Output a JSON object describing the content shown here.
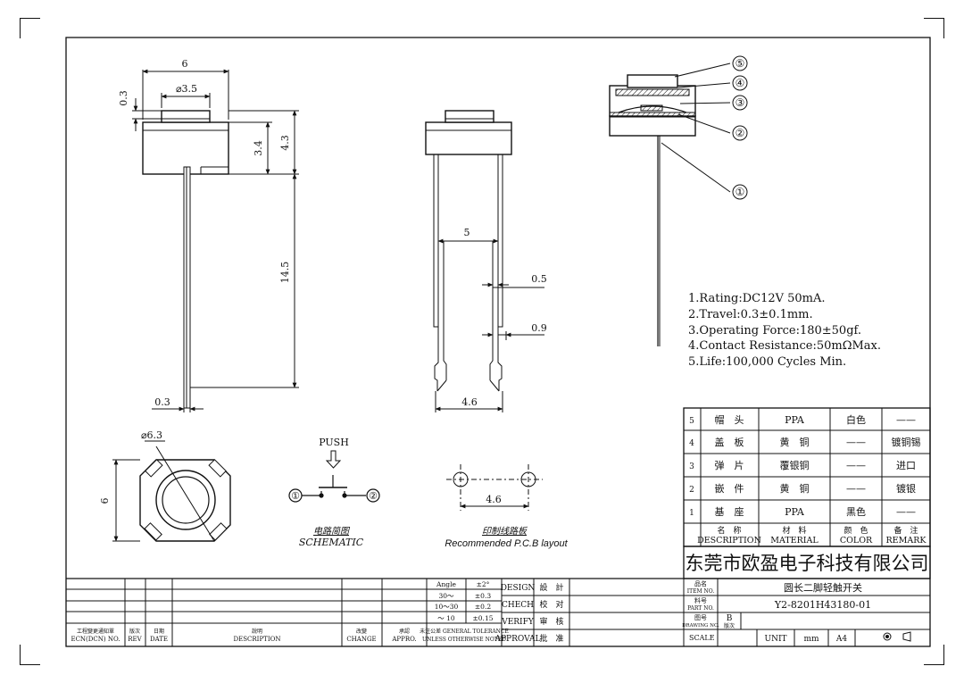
{
  "dims": {
    "side_width": "6",
    "cap_dia": "⌀3.5",
    "cap_thick": "0.3",
    "body_h1": "3.4",
    "body_h2": "4.3",
    "pin_len": "14.5",
    "pin_thick": "0.3",
    "front_width": "5",
    "pin_w1": "0.5",
    "pin_w2": "0.9",
    "pin_pitch": "4.6",
    "top_dia": "⌀6.3",
    "top_side": "6",
    "pcb_pitch": "4.6"
  },
  "balloons": [
    "①",
    "②",
    "③",
    "④",
    "⑤"
  ],
  "specs": [
    "1.Rating:DC12V 50mA.",
    "2.Travel:0.3±0.1mm.",
    "3.Operating Force:180±50gf.",
    "4.Contact Resistance:50mΩMax.",
    "5.Life:100,000 Cycles Min."
  ],
  "schematic": {
    "push": "PUSH",
    "t1": "①",
    "t2": "②",
    "title_cn": "电路简图",
    "title_en": "SCHEMATIC"
  },
  "pcb": {
    "title_cn": "印制线路板",
    "title_en": "Recommended P.C.B layout"
  },
  "bom": {
    "rows": [
      {
        "no": "5",
        "name": "帽　头",
        "material": "PPA",
        "color": "白色",
        "remark": "——"
      },
      {
        "no": "4",
        "name": "盖　板",
        "material": "黄　铜",
        "color": "——",
        "remark": "镀铜锡"
      },
      {
        "no": "3",
        "name": "弹　片",
        "material": "覆银铜",
        "color": "——",
        "remark": "进口"
      },
      {
        "no": "2",
        "name": "嵌　件",
        "material": "黄　铜",
        "color": "——",
        "remark": "镀银"
      },
      {
        "no": "1",
        "name": "基　座",
        "material": "PPA",
        "color": "黑色",
        "remark": "——"
      }
    ],
    "header": {
      "desc_cn": "名　称",
      "desc_en": "DESCRIPTION",
      "mat_cn": "材　料",
      "mat_en": "MATERIAL",
      "color_cn": "颜　色",
      "color_en": "COLOR",
      "rem_cn": "备　注",
      "rem_en": "REMARK"
    }
  },
  "company": "东莞市欧盈电子科技有限公司",
  "title_block": {
    "item_cn": "品名",
    "item_en": "ITEM NO.",
    "item_val": "圆长二脚轻触开关",
    "part_cn": "料号",
    "part_en": "PART NO.",
    "part_val": "Y2-8201H43180-01",
    "drawing_cn": "图号",
    "drawing_en": "DRAWING NO.",
    "rev_val": "B",
    "rev_cn": "版次",
    "scale": "SCALE",
    "unit": "UNIT",
    "mm": "mm",
    "size": "A4"
  },
  "tolerance": {
    "angle": "Angle",
    "angle_val": "±2°",
    "r1": "30～",
    "r1_val": "±0.3",
    "r2": "10～30",
    "r2_val": "±0.2",
    "r3": "～ 10",
    "r3_val": "±0.15",
    "label_cn": "未注公差 GENERAL TOLERANCE",
    "label_en": "UNLESS OTHERWISE NOTED"
  },
  "approvals": [
    {
      "en": "DESIGN",
      "cn": "設　計"
    },
    {
      "en": "CHECH",
      "cn": "校　对"
    },
    {
      "en": "VERIFY",
      "cn": "审　核"
    },
    {
      "en": "APPROVAL",
      "cn": "批　准"
    }
  ],
  "revision": {
    "ecn_cn": "工程變更通知單",
    "ecn_en": "ECN(DCN) NO.",
    "rev_cn": "版次",
    "rev_en": "REV",
    "date_cn": "日期",
    "date_en": "DATE",
    "desc_cn": "說明",
    "desc_en": "DESCRIPTION",
    "chg_cn": "改變",
    "chg_en": "CHANGE",
    "appr_cn": "承認",
    "appr_en": "APPRO."
  }
}
